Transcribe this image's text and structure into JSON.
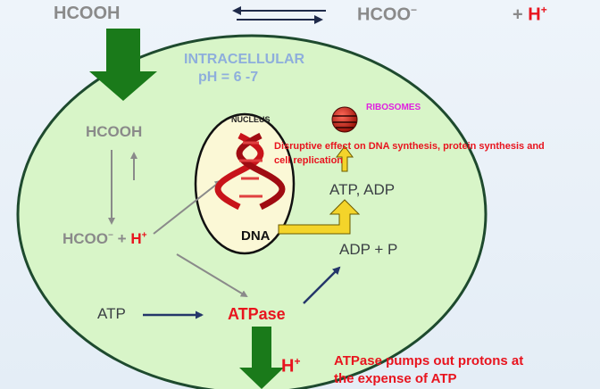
{
  "top_equation": {
    "left": "HCOOH",
    "right": "HCOO",
    "right_sup": "−",
    "plus": "+ ",
    "h": "H",
    "h_sup": "+"
  },
  "cell": {
    "intracellular_label": "INTRACELLULAR",
    "ph_label": "pH = 6 -7",
    "hcooh_label": "HCOOH",
    "hcoo_label": "HCOO",
    "hcoo_sup": "−",
    "plus": " + ",
    "h": "H",
    "h_sup": "+",
    "atp_label": "ATP",
    "atpase_label": "ATPase",
    "adp_p_label": "ADP + P",
    "atp_adp_label": "ATP, ADP"
  },
  "nucleus": {
    "label": "NUCLEUS",
    "dna_label": "DNA"
  },
  "ribosomes_label": "RIBOSOMES",
  "disruptive_line1": "Disruptive effect on DNA synthesis, protein synthesis and",
  "disruptive_line2": "cell replication",
  "bottom": {
    "h": "H",
    "h_sup": "+",
    "atpase_note_line1": "ATPase pumps out protons at",
    "atpase_note_line2": "the expense of ATP"
  },
  "colors": {
    "cell_fill": "#d8f5c8",
    "cell_stroke": "#1e4a2e",
    "nucleus_fill": "#fbf8d6",
    "green_arrow": "#1a7a1a",
    "red_text": "#e8141e",
    "blue_label": "#8eaedc",
    "magenta": "#e020e0"
  }
}
